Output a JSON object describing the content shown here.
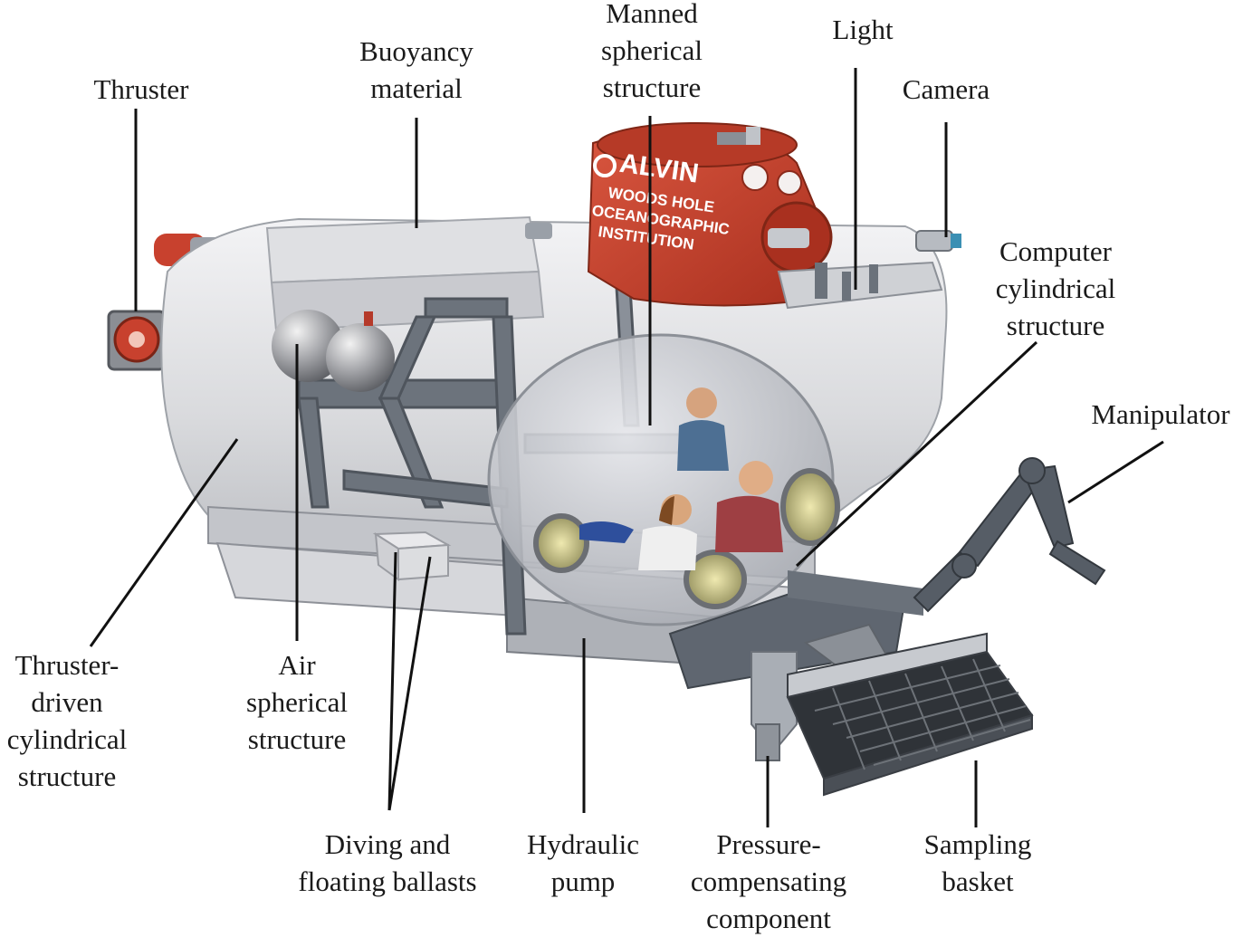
{
  "hull_text": {
    "name": "ALVIN",
    "line1": "WOODS HOLE",
    "line2": "OCEANOGRAPHIC",
    "line3": "INSTITUTION"
  },
  "labels": {
    "thruster": [
      "Thruster"
    ],
    "buoyancy": [
      "Buoyancy",
      "material"
    ],
    "manned": [
      "Manned",
      "spherical",
      "structure"
    ],
    "light": [
      "Light"
    ],
    "camera": [
      "Camera"
    ],
    "computer": [
      "Computer",
      "cylindrical",
      "structure"
    ],
    "manipulator": [
      "Manipulator"
    ],
    "thruster_driven": [
      "Thruster-",
      "driven",
      "cylindrical",
      "structure"
    ],
    "air": [
      "Air",
      "spherical",
      "structure"
    ],
    "ballast": [
      "Diving and",
      "floating ballasts"
    ],
    "pump": [
      "Hydraulic",
      "pump"
    ],
    "pressure": [
      "Pressure-",
      "compensating",
      "component"
    ],
    "basket": [
      "Sampling",
      "basket"
    ]
  },
  "colors": {
    "hull_red": "#c8412e",
    "hull_white": "#e6e6e8",
    "frame_gray": "#5f6670",
    "leader": "#111111"
  }
}
